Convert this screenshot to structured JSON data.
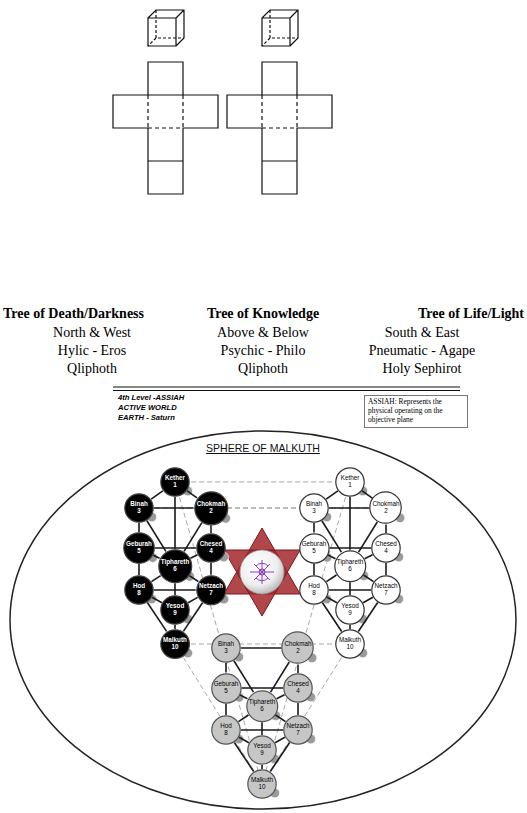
{
  "diagram": {
    "nodes": [
      {
        "text": [
          "ASSIAH: Represents the physical operating on the objective plane"
        ]
      },
      {
        "text": [
          "SPHERE OF MALKUTH"
        ]
      },
      {
        "text": [
          "Kether",
          "1"
        ],
        "in": 1
      },
      {
        "text": [
          "Binah",
          "3"
        ],
        "in": 1
      },
      {
        "text": [
          "Chokmah",
          "2"
        ],
        "in": 1
      },
      {
        "text": [
          "Geburah",
          "5"
        ],
        "in": 1
      },
      {
        "text": [
          "Chesed",
          "4"
        ],
        "in": 1
      },
      {
        "text": [
          "Tiphareth",
          "6"
        ],
        "in": 1
      },
      {
        "text": [
          "Hod",
          "8"
        ],
        "in": 1
      },
      {
        "text": [
          "Netzach",
          "7"
        ],
        "in": 1
      },
      {
        "text": [
          "Yesod",
          "9"
        ],
        "in": 1
      },
      {
        "text": [
          "Malkuth",
          "10"
        ],
        "in": 1
      },
      {
        "text": [
          "Kether",
          "1"
        ],
        "in": 1
      },
      {
        "text": [
          "Binah",
          "3"
        ],
        "in": 1
      },
      {
        "text": [
          "Chokmah",
          "2"
        ],
        "in": 1
      },
      {
        "text": [
          "Geburah",
          "5"
        ],
        "in": 1
      },
      {
        "text": [
          "Chesed",
          "4"
        ],
        "in": 1
      },
      {
        "text": [
          "Tiphareth",
          "6"
        ],
        "in": 1
      },
      {
        "text": [
          "Hod",
          "8"
        ],
        "in": 1
      },
      {
        "text": [
          "Netzach",
          "7"
        ],
        "in": 1
      },
      {
        "text": [
          "Yesod",
          "9"
        ],
        "in": 1
      },
      {
        "text": [
          "Malkuth",
          "10"
        ],
        "in": 1
      },
      {
        "text": [
          "Binah",
          "3"
        ],
        "in": 1
      },
      {
        "text": [
          "Chokmah",
          "2"
        ],
        "in": 1
      },
      {
        "text": [
          "Geburah",
          "5"
        ],
        "in": 1
      },
      {
        "text": [
          "Chesed",
          "4"
        ],
        "in": 1
      },
      {
        "text": [
          "Tiphareth",
          "6"
        ],
        "in": 1
      },
      {
        "text": [
          "Hod",
          "8"
        ],
        "in": 1
      },
      {
        "text": [
          "Netzach",
          "7"
        ],
        "in": 1
      },
      {
        "text": [
          "Yesod",
          "9"
        ],
        "in": 1
      },
      {
        "text": [
          "Malkuth",
          "10"
        ],
        "in": 1
      }
    ],
    "edges": [
      {
        "from": 2,
        "to": 4,
        "arrow": "none"
      },
      {
        "from": 2,
        "to": 3,
        "arrow": "none"
      },
      {
        "from": 2,
        "to": 7,
        "arrow": "none"
      },
      {
        "from": 4,
        "to": 3,
        "arrow": "none"
      },
      {
        "from": 4,
        "to": 7,
        "arrow": "none"
      },
      {
        "from": 4,
        "to": 6,
        "arrow": "none"
      },
      {
        "from": 3,
        "to": 7,
        "arrow": "none"
      },
      {
        "from": 3,
        "to": 5,
        "arrow": "none"
      },
      {
        "from": 6,
        "to": 5,
        "arrow": "none"
      },
      {
        "from": 6,
        "to": 7,
        "arrow": "none"
      },
      {
        "from": 6,
        "to": 9,
        "arrow": "none"
      },
      {
        "from": 5,
        "to": 7,
        "arrow": "none"
      },
      {
        "from": 5,
        "to": 8,
        "arrow": "none"
      },
      {
        "from": 7,
        "to": 9,
        "arrow": "none"
      },
      {
        "from": 7,
        "to": 10,
        "arrow": "none"
      },
      {
        "from": 7,
        "to": 8,
        "arrow": "none"
      },
      {
        "from": 9,
        "to": 8,
        "arrow": "none"
      },
      {
        "from": 9,
        "to": 10,
        "arrow": "none"
      },
      {
        "from": 9,
        "to": 11,
        "arrow": "none"
      },
      {
        "from": 8,
        "to": 10,
        "arrow": "none"
      },
      {
        "from": 8,
        "to": 11,
        "arrow": "none"
      },
      {
        "from": 10,
        "to": 11,
        "arrow": "none"
      },
      {
        "from": 12,
        "to": 14,
        "arrow": "none"
      },
      {
        "from": 12,
        "to": 13,
        "arrow": "none"
      },
      {
        "from": 12,
        "to": 17,
        "arrow": "none"
      },
      {
        "from": 14,
        "to": 13,
        "arrow": "none"
      },
      {
        "from": 14,
        "to": 17,
        "arrow": "none"
      },
      {
        "from": 14,
        "to": 16,
        "arrow": "none"
      },
      {
        "from": 13,
        "to": 17,
        "arrow": "none"
      },
      {
        "from": 13,
        "to": 15,
        "arrow": "none"
      },
      {
        "from": 16,
        "to": 15,
        "arrow": "none"
      },
      {
        "from": 16,
        "to": 17,
        "arrow": "none"
      },
      {
        "from": 16,
        "to": 19,
        "arrow": "none"
      },
      {
        "from": 15,
        "to": 17,
        "arrow": "none"
      },
      {
        "from": 15,
        "to": 18,
        "arrow": "none"
      },
      {
        "from": 17,
        "to": 19,
        "arrow": "none"
      },
      {
        "from": 17,
        "to": 20,
        "arrow": "none"
      },
      {
        "from": 17,
        "to": 18,
        "arrow": "none"
      },
      {
        "from": 19,
        "to": 18,
        "arrow": "none"
      },
      {
        "from": 19,
        "to": 20,
        "arrow": "none"
      },
      {
        "from": 19,
        "to": 21,
        "arrow": "none"
      },
      {
        "from": 18,
        "to": 20,
        "arrow": "none"
      },
      {
        "from": 18,
        "to": 21,
        "arrow": "none"
      },
      {
        "from": 20,
        "to": 21,
        "arrow": "none"
      },
      {
        "from": 23,
        "to": 22,
        "arrow": "none"
      },
      {
        "from": 23,
        "to": 26,
        "arrow": "none"
      },
      {
        "from": 23,
        "to": 25,
        "arrow": "none"
      },
      {
        "from": 22,
        "to": 26,
        "arrow": "none"
      },
      {
        "from": 22,
        "to": 24,
        "arrow": "none"
      },
      {
        "from": 25,
        "to": 24,
        "arrow": "none"
      },
      {
        "from": 25,
        "to": 26,
        "arrow": "none"
      },
      {
        "from": 25,
        "to": 28,
        "arrow": "none"
      },
      {
        "from": 24,
        "to": 26,
        "arrow": "none"
      },
      {
        "from": 24,
        "to": 27,
        "arrow": "none"
      },
      {
        "from": 26,
        "to": 28,
        "arrow": "none"
      },
      {
        "from": 26,
        "to": 29,
        "arrow": "none"
      },
      {
        "from": 26,
        "to": 27,
        "arrow": "none"
      },
      {
        "from": 28,
        "to": 27,
        "arrow": "none"
      },
      {
        "from": 28,
        "to": 29,
        "arrow": "none"
      },
      {
        "from": 28,
        "to": 30,
        "arrow": "none"
      },
      {
        "from": 27,
        "to": 29,
        "arrow": "none"
      },
      {
        "from": 27,
        "to": 30,
        "arrow": "none"
      },
      {
        "from": 29,
        "to": 30,
        "arrow": "none"
      }
    ],
    "labels": [
      "Tree of Death/Darkness",
      "North & West",
      "Hylic - Eros",
      "Qliphoth",
      "Tree of Knowledge",
      "Above & Below",
      "Psychic - Philo",
      "Qliphoth",
      "Tree of Life/Light",
      "South & East",
      "Pneumatic - Agape",
      "Holy Sephirot",
      "4th Level -ASSIAH",
      "ACTIVE WORLD",
      "EARTH - Saturn"
    ]
  }
}
